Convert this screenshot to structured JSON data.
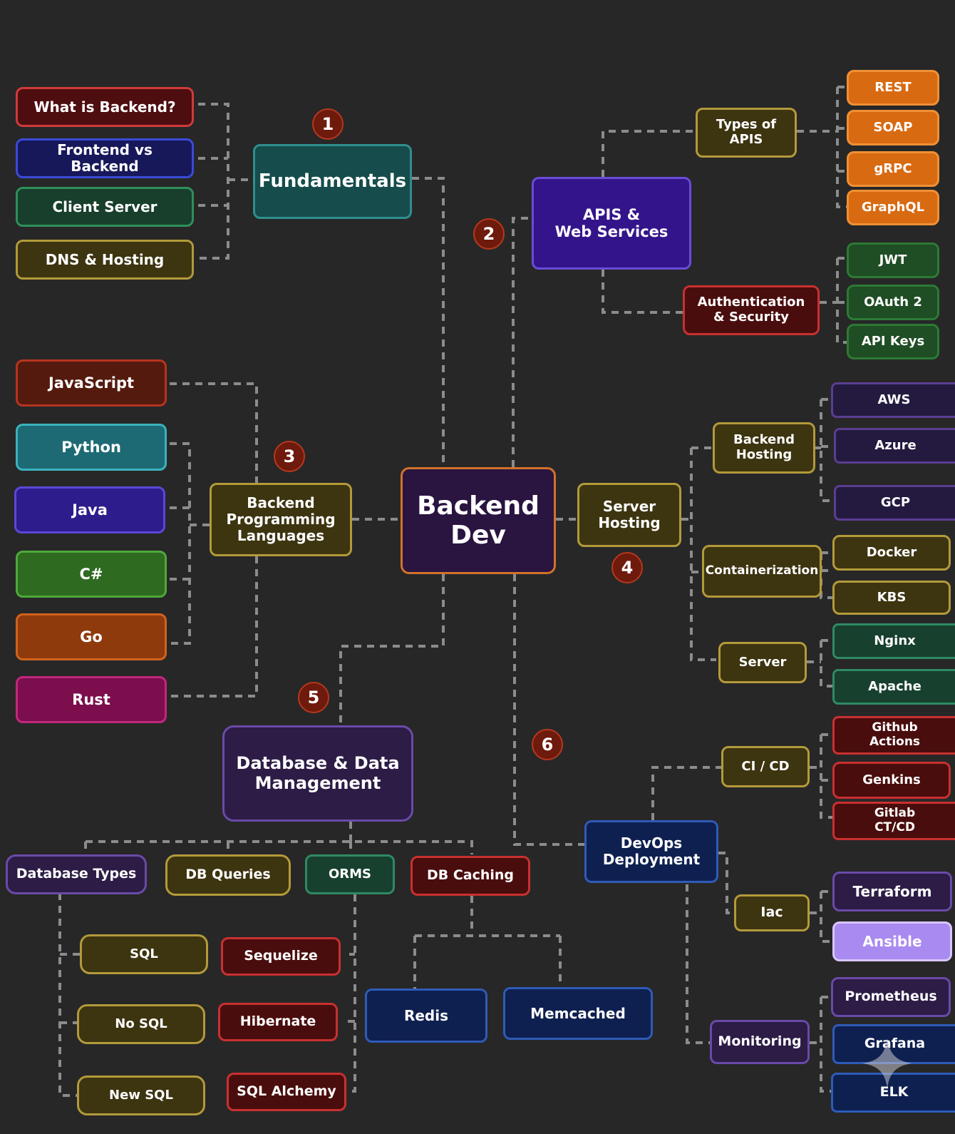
{
  "colors": {
    "background": "#272727",
    "connector": "#8c8c8c",
    "badge": "#6e1a0c"
  },
  "badges": {
    "b1": "1",
    "b2": "2",
    "b3": "3",
    "b4": "4",
    "b5": "5",
    "b6": "6"
  },
  "center": {
    "label": "Backend\nDev"
  },
  "fundamentals": {
    "title": "Fundamentals",
    "items": {
      "what": "What is Backend?",
      "fvb": "Frontend vs Backend",
      "cs": "Client Server",
      "dns": "DNS & Hosting"
    }
  },
  "apis": {
    "title": "APIS &\nWeb Services",
    "types": "Types of\nAPIS",
    "type_items": {
      "rest": "REST",
      "soap": "SOAP",
      "grpc": "gRPC",
      "graphql": "GraphQL"
    },
    "auth": "Authentication\n& Security",
    "auth_items": {
      "jwt": "JWT",
      "oauth": "OAuth 2",
      "keys": "API Keys"
    }
  },
  "languages": {
    "title": "Backend\nProgramming\nLanguages",
    "items": {
      "js": "JavaScript",
      "python": "Python",
      "java": "Java",
      "csharp": "C#",
      "go": "Go",
      "rust": "Rust"
    }
  },
  "hosting": {
    "title": "Server\nHosting",
    "backend_hosting": "Backend\nHosting",
    "cloud": {
      "aws": "AWS",
      "azure": "Azure",
      "gcp": "GCP"
    },
    "containerization": "Containerization",
    "containers": {
      "docker": "Docker",
      "kbs": "KBS"
    },
    "server": "Server",
    "servers": {
      "nginx": "Nginx",
      "apache": "Apache"
    }
  },
  "database": {
    "title": "Database  & Data\nManagement",
    "types": "Database Types",
    "queries": "DB Queries",
    "orms": "ORMS",
    "caching": "DB Caching",
    "type_items": {
      "sql": "SQL",
      "nosql": "No SQL",
      "newsql": "New SQL"
    },
    "orm_items": {
      "sequelize": "Sequelize",
      "hibernate": "Hibernate",
      "sqlalchemy": "SQL Alchemy"
    },
    "cache_items": {
      "redis": "Redis",
      "memcached": "Memcached"
    }
  },
  "devops": {
    "title": "DevOps\nDeployment",
    "cicd": "CI / CD",
    "cicd_items": {
      "github": "Github\nActions",
      "genkins": "Genkins",
      "gitlab": "Gitlab\nCT/CD"
    },
    "iac": "Iac",
    "iac_items": {
      "terraform": "Terraform",
      "ansible": "Ansible"
    },
    "monitoring": "Monitoring",
    "monitoring_items": {
      "prometheus": "Prometheus",
      "grafana": "Grafana",
      "elk": "ELK"
    }
  }
}
